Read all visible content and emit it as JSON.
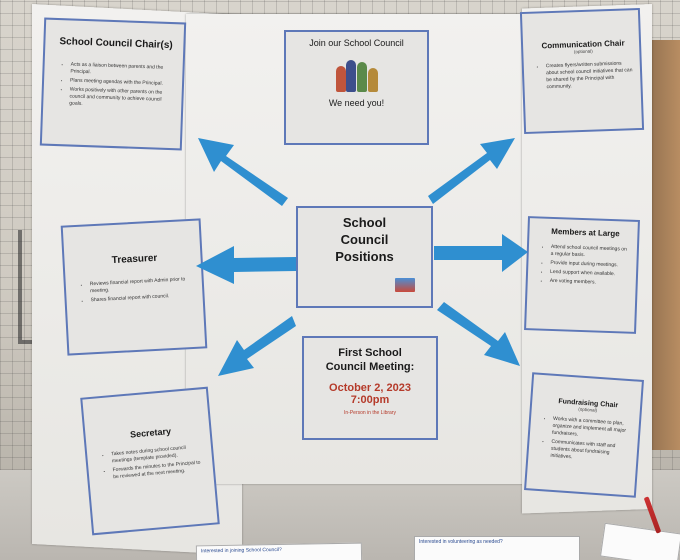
{
  "board": {
    "chair": {
      "title": "School Council Chair(s)",
      "duties": [
        "Acts as a liaison between parents and the Principal.",
        "Plans meeting agendas with the Principal.",
        "Works positively with other parents on the council and community to achieve council goals."
      ]
    },
    "treasurer": {
      "title": "Treasurer",
      "duties": [
        "Reviews financial report with Admin prior to meeting.",
        "Shares financial report with council."
      ]
    },
    "secretary": {
      "title": "Secretary",
      "duties": [
        "Takes notes during school council meetings (template provided).",
        "Forwards the minutes to the Principal to be reviewed at the next meeting."
      ]
    },
    "join": {
      "title": "Join our School Council",
      "tagline": "We need you!"
    },
    "positions": {
      "line1": "School",
      "line2": "Council",
      "line3": "Positions"
    },
    "meeting": {
      "title1": "First School",
      "title2": "Council Meeting:",
      "date": "October 2, 2023",
      "time": "7:00pm",
      "location": "In-Person in the Library"
    },
    "communication": {
      "title": "Communication Chair",
      "note": "(optional)",
      "duties": [
        "Creates flyers/written submissions about school council initiatives that can be shared by the Principal with community."
      ]
    },
    "members": {
      "title": "Members at Large",
      "duties": [
        "Attend school council meetings on a regular basis.",
        "Provide input during meetings.",
        "Lend support when available.",
        "Are voting members."
      ]
    },
    "fundraising": {
      "title": "Fundraising Chair",
      "note": "(optional)",
      "duties": [
        "Works with a committee to plan, organize and implement all major fundraisers.",
        "Communicates with staff and students about fundraising initiatives."
      ]
    }
  },
  "sheets": {
    "joining": "Interested in joining School Council?",
    "volunteering": "Interested in volunteering as needed?"
  },
  "colors": {
    "card_border": "#5e78b8",
    "arrow": "#2f8fd0",
    "meeting_text": "#b53a2a"
  }
}
